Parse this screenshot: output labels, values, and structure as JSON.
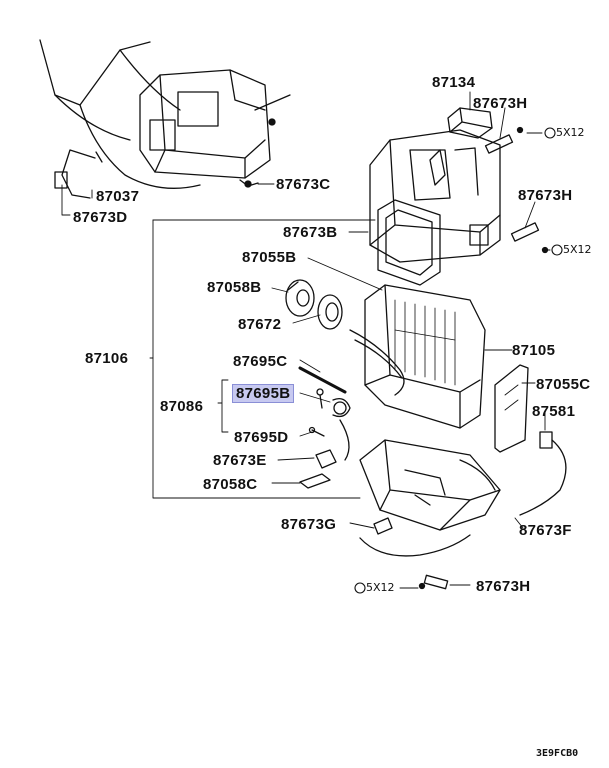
{
  "labels": {
    "p87134": "87134",
    "p87673H_top": "87673H",
    "p87673C": "87673C",
    "p87037": "87037",
    "p87673D": "87673D",
    "p87673H_mid": "87673H",
    "p87673B": "87673B",
    "p87055B": "87055B",
    "p87058B": "87058B",
    "p87672": "87672",
    "p87106": "87106",
    "p87695C": "87695C",
    "p87105": "87105",
    "p87695B": "87695B",
    "p87086": "87086",
    "p87055C": "87055C",
    "p87695D": "87695D",
    "p87581": "87581",
    "p87673E": "87673E",
    "p87058C": "87058C",
    "p87673G": "87673G",
    "p87673F": "87673F",
    "p87673H_bot": "87673H"
  },
  "bolts": {
    "top": "5X12",
    "mid": "5X12",
    "bot": "5X12"
  },
  "highlight": {
    "part": "87695B",
    "color": "#c7c9f0"
  },
  "diagram_code": "3E9FCB0"
}
